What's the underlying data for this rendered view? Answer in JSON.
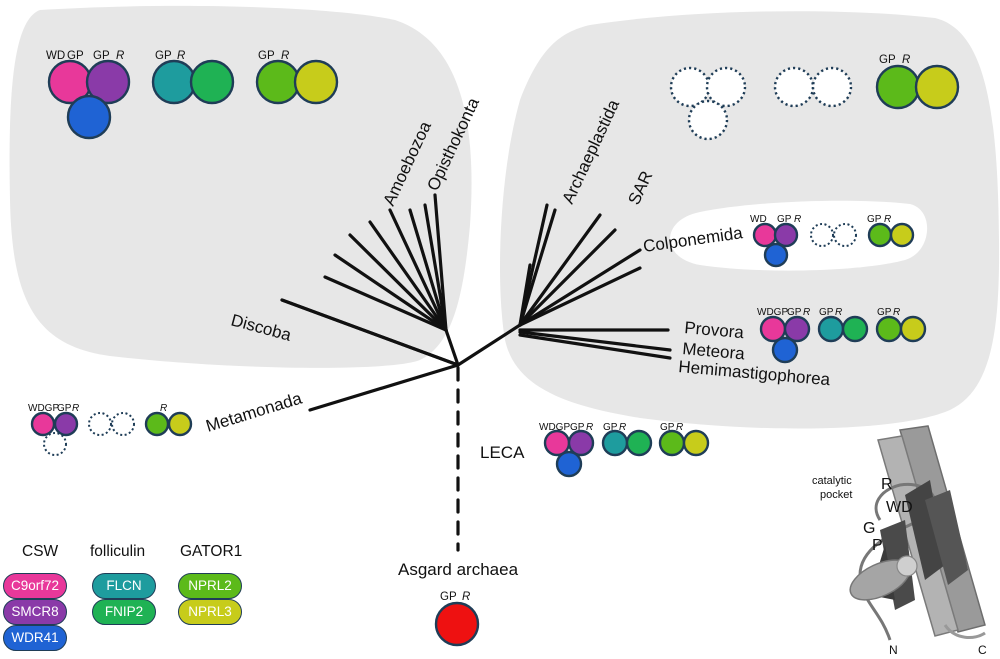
{
  "clades": {
    "opisthokonta": "Opisthokonta",
    "amoebozoa": "Amoebozoa",
    "archaeplastida": "Archaeplastida",
    "sar": "SAR",
    "colponemida": "Colponemida",
    "discoba": "Discoba",
    "provora": "Provora",
    "meteora": "Meteora",
    "hemimastigophorea": "Hemimastigophorea",
    "metamonada": "Metamonada",
    "leca": "LECA",
    "asgard": "Asgard archaea"
  },
  "protein_labels": {
    "wd": "WD",
    "gp": "GP",
    "r": "R",
    "wdgp": "WDGP"
  },
  "structure": {
    "pocket_label": "catalytic\npocket",
    "pocket_line1": "catalytic",
    "pocket_line2": "pocket",
    "residue_r": "R",
    "residue_wd": "WD",
    "residue_g": "G",
    "residue_p": "P",
    "n_term": "N",
    "c_term": "C"
  },
  "legend": {
    "groups": [
      {
        "title": "CSW",
        "items": [
          {
            "label": "C9orf72",
            "color": "#e8389a"
          },
          {
            "label": "SMCR8",
            "color": "#8a3aa8"
          },
          {
            "label": "WDR41",
            "color": "#1f63d4"
          }
        ]
      },
      {
        "title": "folliculin",
        "items": [
          {
            "label": "FLCN",
            "color": "#1e9c9e"
          },
          {
            "label": "FNIP2",
            "color": "#1fb254"
          }
        ]
      },
      {
        "title": "GATOR1",
        "items": [
          {
            "label": "NPRL2",
            "color": "#5cba1a"
          },
          {
            "label": "NPRL3",
            "color": "#c7cc1b"
          }
        ]
      }
    ]
  },
  "colors": {
    "c9orf72": "#e8389a",
    "smcr8": "#8a3aa8",
    "wdr41": "#1f63d4",
    "flcn": "#1e9c9e",
    "fnip2": "#1fb254",
    "nprl2": "#5cba1a",
    "nprl3": "#c7cc1b",
    "asgard": "#ee1111",
    "outline": "#1f3d57",
    "clade_bg": "#e7e7e7"
  }
}
